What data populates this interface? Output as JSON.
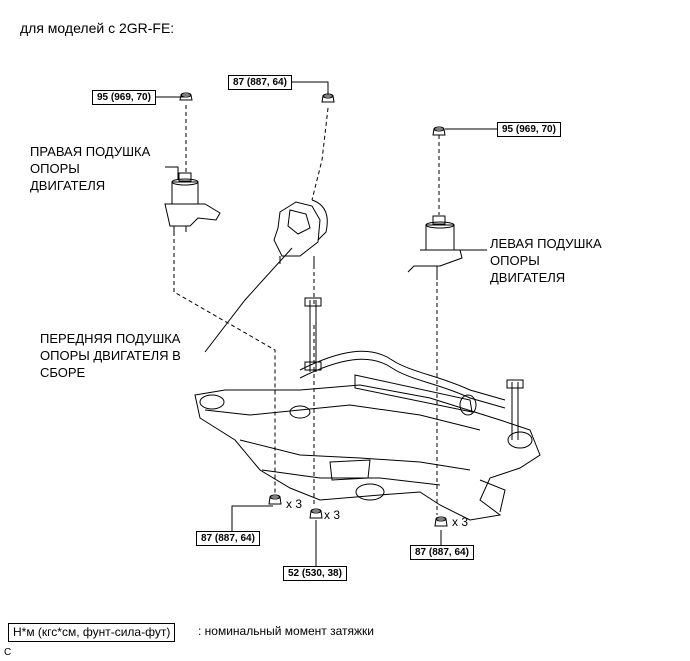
{
  "header": {
    "title": "для моделей с 2GR-FE:"
  },
  "labels": {
    "right_mount": "ПРАВАЯ ПОДУШКА\nОПОРЫ\nДВИГАТЕЛЯ",
    "left_mount": "ЛЕВАЯ ПОДУШКА\nОПОРЫ\nДВИГАТЕЛЯ",
    "front_mount": "ПЕРЕДНЯЯ ПОДУШКА\nОПОРЫ ДВИГАТЕЛЯ В\nСБОРЕ"
  },
  "torques": {
    "right_nut_top": "95 (969, 70)",
    "front_nut_top": "87 (887, 64)",
    "left_nut_top": "95 (969, 70)",
    "right_bottom": "87 (887, 64)",
    "center_bottom": "52 (530, 38)",
    "left_bottom": "87 (887, 64)"
  },
  "quantities": {
    "right_bottom": "x 3",
    "center_bottom": "x 3",
    "left_bottom": "x 3"
  },
  "legend": {
    "unit": "Н*м (кгс*см, фунт-сила-фут)",
    "description": ": номинальный момент затяжки"
  },
  "footer": {
    "code": "C"
  }
}
